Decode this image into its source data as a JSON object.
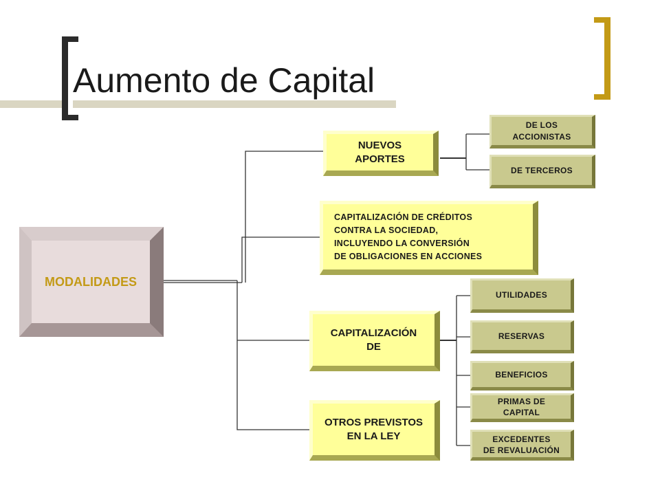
{
  "title": "Aumento de Capital",
  "colors": {
    "accent_bracket": "#c39a16",
    "box_yellow": "#ffff99",
    "box_olive": "#c9c98e",
    "root_box": "#e8dcdc",
    "root_text": "#c39a16"
  },
  "root": {
    "label": "MODALIDADES"
  },
  "branches": {
    "nuevos_aportes": {
      "label": "NUEVOS\nAPORTES",
      "children": [
        "DE LOS\nACCIONISTAS",
        "DE TERCEROS"
      ]
    },
    "capitalizacion_creditos": {
      "label": "CAPITALIZACIÓN DE CRÉDITOS\nCONTRA LA SOCIEDAD,\nINCLUYENDO LA CONVERSIÓN\nDE OBLIGACIONES EN ACCIONES"
    },
    "capitalizacion_de": {
      "label": "CAPITALIZACIÓN\nDE",
      "children": [
        "UTILIDADES",
        "RESERVAS",
        "BENEFICIOS",
        "PRIMAS DE\nCAPITAL",
        "EXCEDENTES\nDE REVALUACIÓN"
      ]
    },
    "otros": {
      "label": "OTROS PREVISTOS\nEN LA LEY"
    }
  }
}
